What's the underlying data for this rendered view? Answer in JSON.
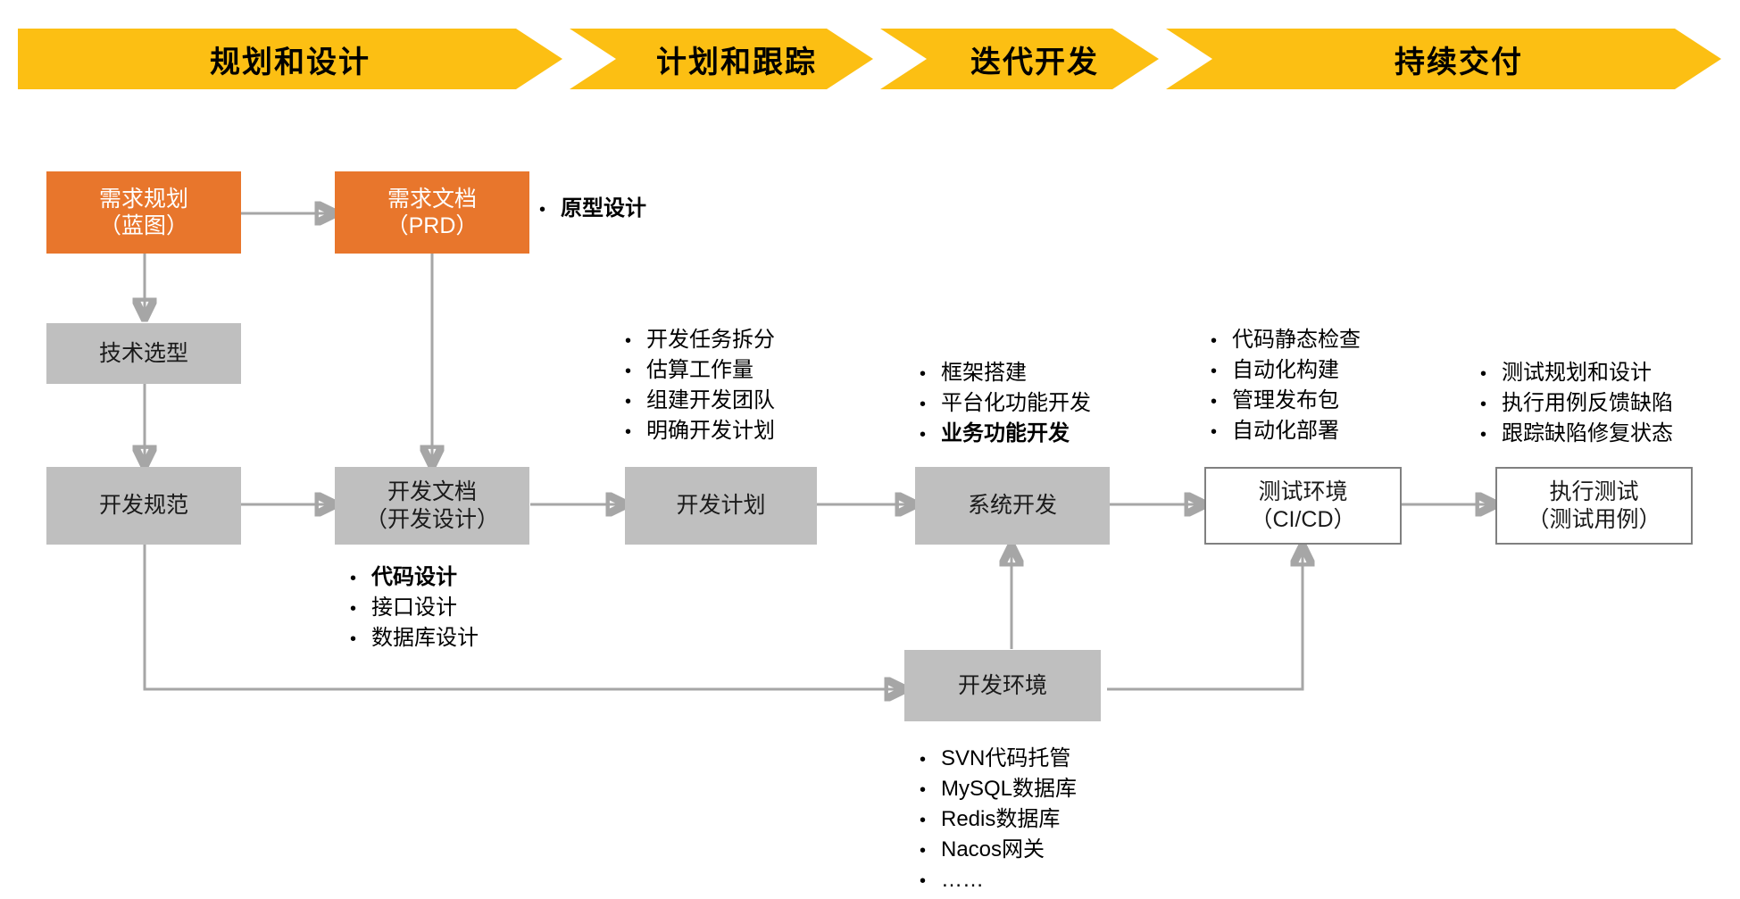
{
  "banner": {
    "phases": [
      {
        "label": "规划和设计"
      },
      {
        "label": "计划和跟踪"
      },
      {
        "label": "迭代开发"
      },
      {
        "label": "持续交付"
      }
    ],
    "color": "#FCBF13"
  },
  "colors": {
    "orange_box": "#E8762C",
    "gray_box": "#BFBFBF",
    "plain_box_border": "#808080",
    "connector": "#A6A6A6"
  },
  "nodes": {
    "requirement_plan": {
      "line1": "需求规划",
      "line2": "（蓝图）",
      "style": "orange"
    },
    "requirement_doc": {
      "line1": "需求文档",
      "line2": "（PRD）",
      "style": "orange"
    },
    "tech_selection": {
      "line1": "技术选型",
      "line2": "",
      "style": "gray"
    },
    "dev_standard": {
      "line1": "开发规范",
      "line2": "",
      "style": "gray"
    },
    "dev_doc": {
      "line1": "开发文档",
      "line2": "（开发设计）",
      "style": "gray"
    },
    "dev_plan": {
      "line1": "开发计划",
      "line2": "",
      "style": "gray"
    },
    "system_dev": {
      "line1": "系统开发",
      "line2": "",
      "style": "gray"
    },
    "test_env": {
      "line1": "测试环境",
      "line2": "（CI/CD）",
      "style": "plain"
    },
    "run_test": {
      "line1": "执行测试",
      "line2": "（测试用例）",
      "style": "plain"
    },
    "dev_env": {
      "line1": "开发环境",
      "line2": "",
      "style": "gray"
    }
  },
  "lists": {
    "prototype": {
      "items": [
        {
          "text": "原型设计",
          "bold": true
        }
      ]
    },
    "design_items": {
      "items": [
        {
          "text": "代码设计",
          "bold": true
        },
        {
          "text": "接口设计",
          "bold": false
        },
        {
          "text": "数据库设计",
          "bold": false
        }
      ]
    },
    "planning_items": {
      "items": [
        {
          "text": "开发任务拆分",
          "bold": false
        },
        {
          "text": "估算工作量",
          "bold": false
        },
        {
          "text": "组建开发团队",
          "bold": false
        },
        {
          "text": "明确开发计划",
          "bold": false
        }
      ]
    },
    "iteration_items": {
      "items": [
        {
          "text": "框架搭建",
          "bold": false
        },
        {
          "text": "平台化功能开发",
          "bold": false
        },
        {
          "text": "业务功能开发",
          "bold": true
        }
      ]
    },
    "cicd_items": {
      "items": [
        {
          "text": "代码静态检查",
          "bold": false
        },
        {
          "text": "自动化构建",
          "bold": false
        },
        {
          "text": "管理发布包",
          "bold": false
        },
        {
          "text": "自动化部署",
          "bold": false
        }
      ]
    },
    "test_items": {
      "items": [
        {
          "text": "测试规划和设计",
          "bold": false
        },
        {
          "text": "执行用例反馈缺陷",
          "bold": false
        },
        {
          "text": "跟踪缺陷修复状态",
          "bold": false
        }
      ]
    },
    "env_items": {
      "items": [
        {
          "text": "SVN代码托管",
          "bold": false
        },
        {
          "text": "MySQL数据库",
          "bold": false
        },
        {
          "text": "Redis数据库",
          "bold": false
        },
        {
          "text": "Nacos网关",
          "bold": false
        },
        {
          "text": "……",
          "bold": false
        }
      ]
    }
  },
  "bullet_glyph": "•"
}
